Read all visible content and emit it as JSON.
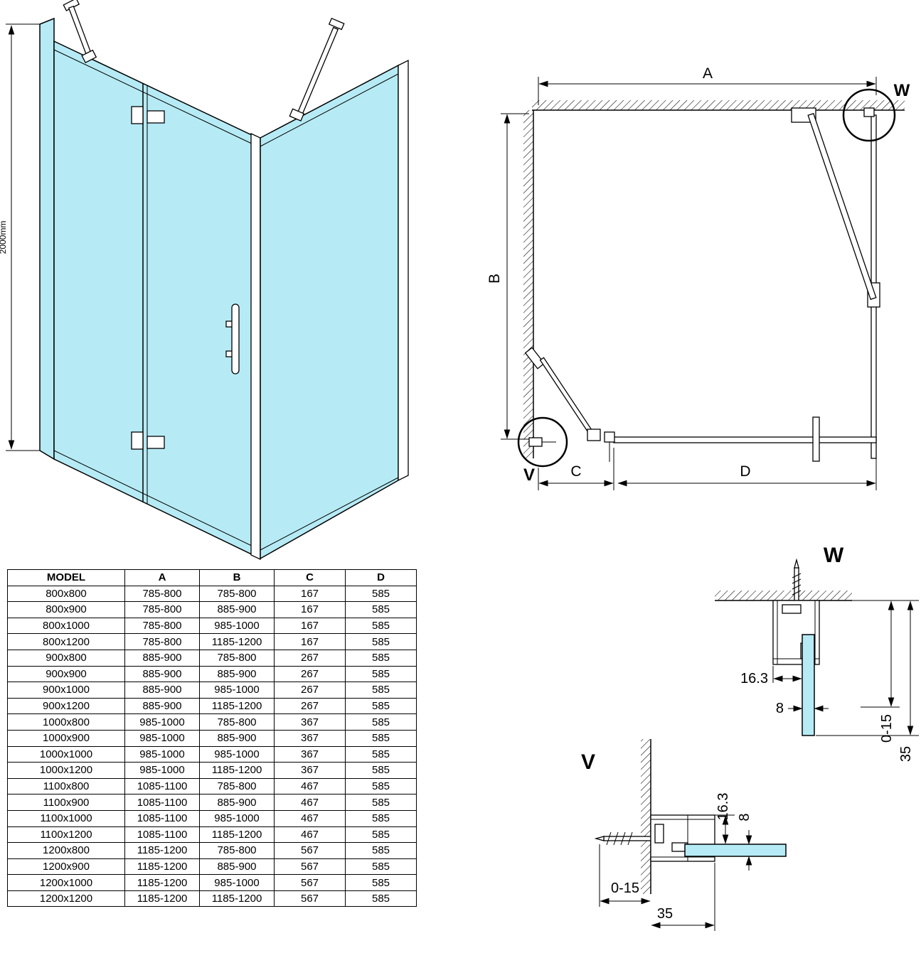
{
  "iso_view": {
    "height_dim": "2000mm"
  },
  "plan_view": {
    "dim_a_label": "A",
    "dim_b_label": "B",
    "dim_c_label": "C",
    "dim_d_label": "D",
    "detail_w_label": "W",
    "detail_v_label": "V"
  },
  "detail_w": {
    "title": "W",
    "offset_dim": "16.3",
    "glass_thickness_dim": "8",
    "adjustment_dim": "0-15",
    "profile_dim": "35"
  },
  "detail_v": {
    "title": "V",
    "offset_dim": "16.3",
    "glass_thickness_dim": "8",
    "adjustment_dim": "0-15",
    "profile_dim": "35"
  },
  "table": {
    "headers": [
      "MODEL",
      "A",
      "B",
      "C",
      "D"
    ],
    "rows": [
      [
        "800x800",
        "785-800",
        "785-800",
        "167",
        "585"
      ],
      [
        "800x900",
        "785-800",
        "885-900",
        "167",
        "585"
      ],
      [
        "800x1000",
        "785-800",
        "985-1000",
        "167",
        "585"
      ],
      [
        "800x1200",
        "785-800",
        "1185-1200",
        "167",
        "585"
      ],
      [
        "900x800",
        "885-900",
        "785-800",
        "267",
        "585"
      ],
      [
        "900x900",
        "885-900",
        "885-900",
        "267",
        "585"
      ],
      [
        "900x1000",
        "885-900",
        "985-1000",
        "267",
        "585"
      ],
      [
        "900x1200",
        "885-900",
        "1185-1200",
        "267",
        "585"
      ],
      [
        "1000x800",
        "985-1000",
        "785-800",
        "367",
        "585"
      ],
      [
        "1000x900",
        "985-1000",
        "885-900",
        "367",
        "585"
      ],
      [
        "1000x1000",
        "985-1000",
        "985-1000",
        "367",
        "585"
      ],
      [
        "1000x1200",
        "985-1000",
        "1185-1200",
        "367",
        "585"
      ],
      [
        "1100x800",
        "1085-1100",
        "785-800",
        "467",
        "585"
      ],
      [
        "1100x900",
        "1085-1100",
        "885-900",
        "467",
        "585"
      ],
      [
        "1100x1000",
        "1085-1100",
        "985-1000",
        "467",
        "585"
      ],
      [
        "1100x1200",
        "1085-1100",
        "1185-1200",
        "467",
        "585"
      ],
      [
        "1200x800",
        "1185-1200",
        "785-800",
        "567",
        "585"
      ],
      [
        "1200x900",
        "1185-1200",
        "885-900",
        "567",
        "585"
      ],
      [
        "1200x1000",
        "1185-1200",
        "985-1000",
        "567",
        "585"
      ],
      [
        "1200x1200",
        "1185-1200",
        "1185-1200",
        "567",
        "585"
      ]
    ]
  },
  "colors": {
    "glass": "#b6ebf5",
    "line": "#000000"
  }
}
